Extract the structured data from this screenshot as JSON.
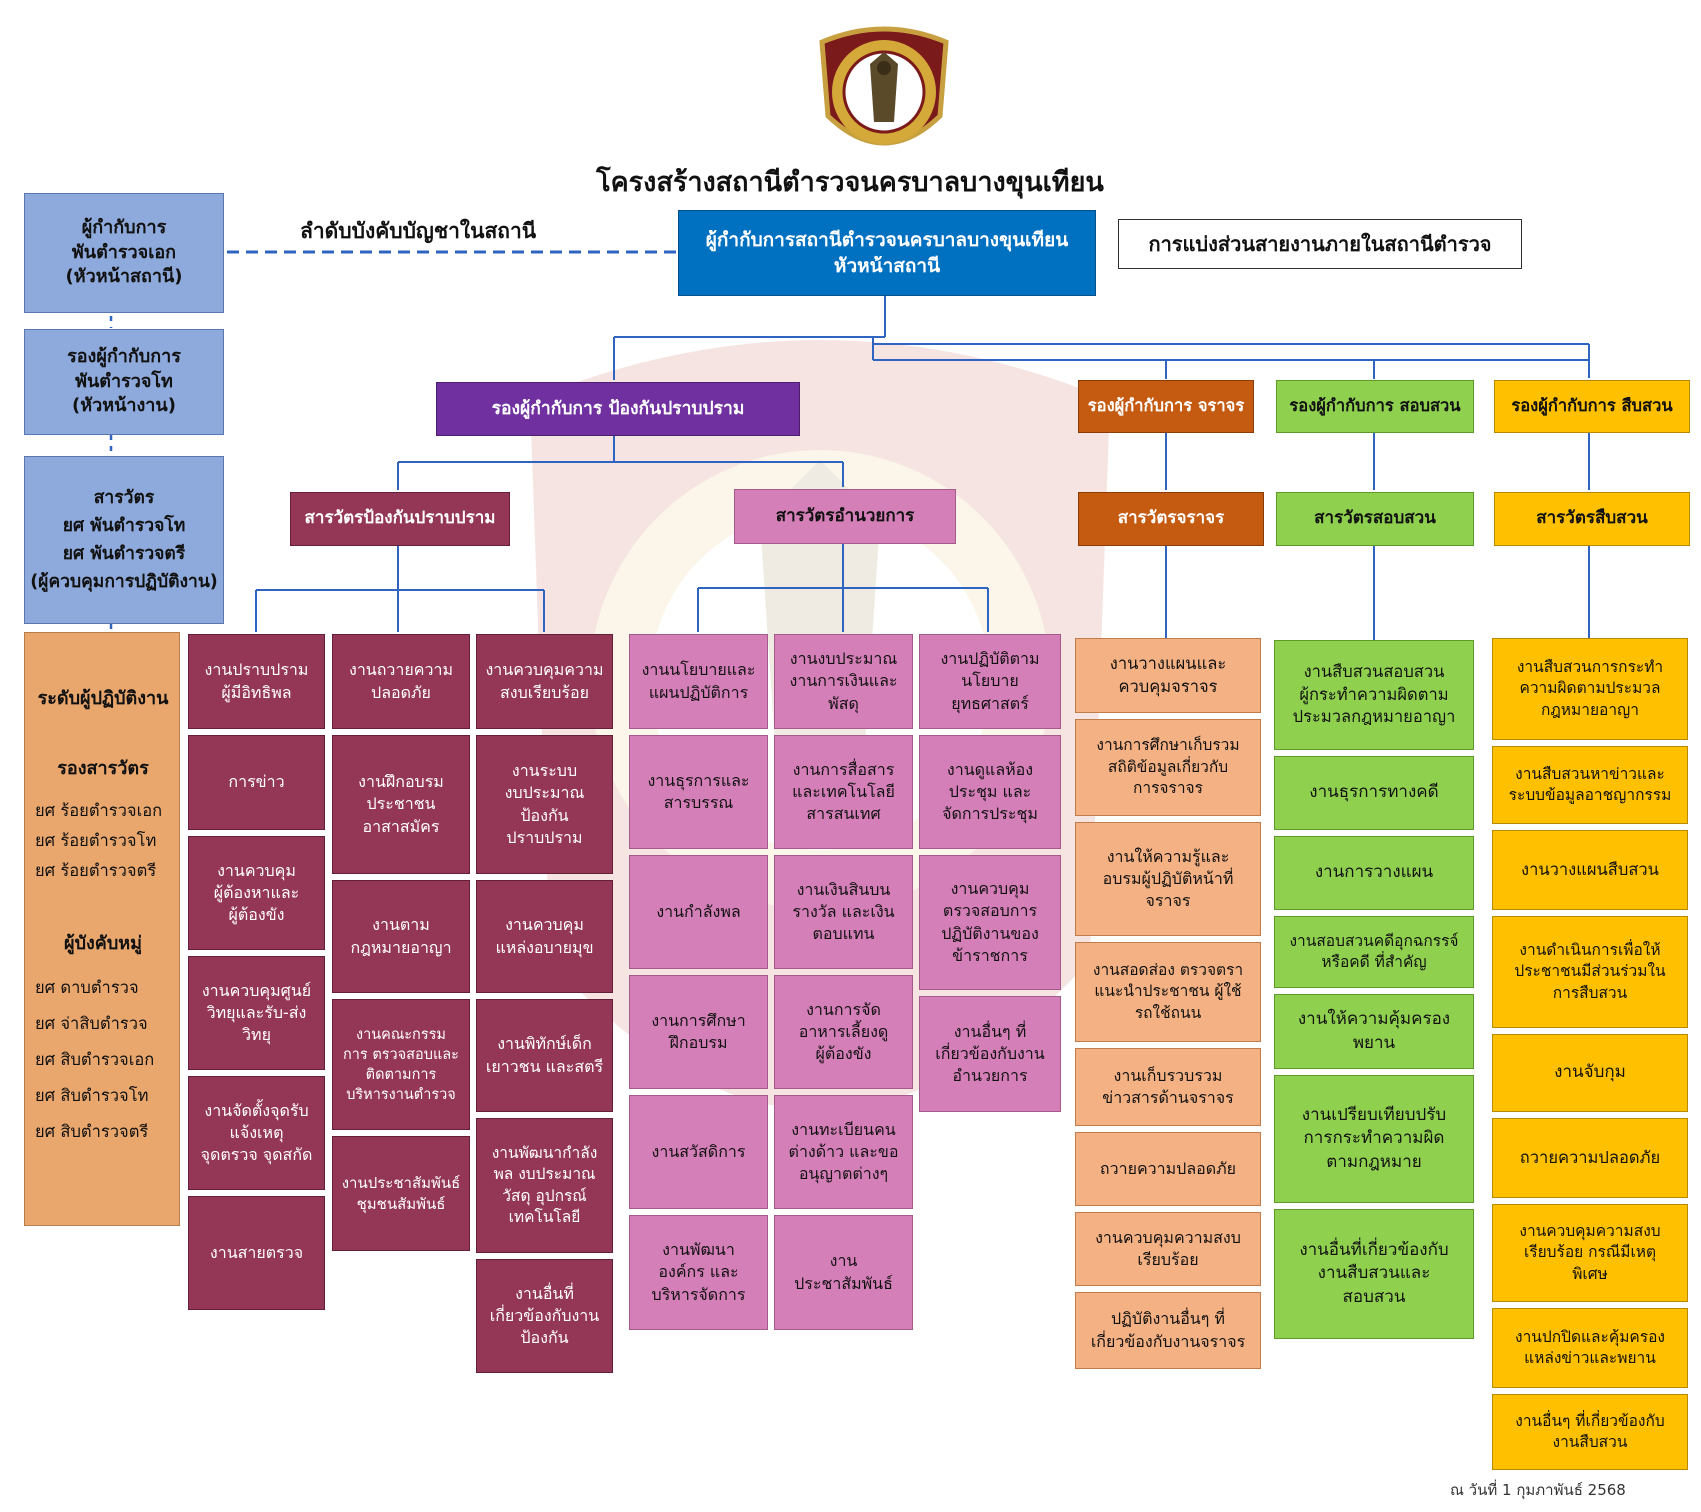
{
  "title": "โครงสร้างสถานีตำรวจนครบาลบางขุนเทียน",
  "command_label": "ลำดับบังคับบัญชาในสถานี",
  "division_label": "การแบ่งส่วนสายงานภายในสถานีตำรวจ",
  "date_text": "ณ วันที่ 1 กุมภาพันธ์ 2568",
  "colors": {
    "chief": "#0070C0",
    "rank_blue": "#8EA9DB",
    "prevention_head": "#7030A0",
    "prevention_inspector": "#943756",
    "admin_inspector": "#D57FB8",
    "traffic": "#C55A11",
    "traffic_task": "#F4B183",
    "investigation": "#8FD14F",
    "inquiry": "#FFC000",
    "line": "#2F65C0"
  },
  "icons": [
    "police-emblem-icon"
  ],
  "left_column": {
    "superintendent": "ผู้กำกับการ\nพันตำรวจเอก\n(หัวหน้าสถานี)",
    "deputy": "รองผู้กำกับการ\nพันตำรวจโท\n(หัวหน้างาน)",
    "inspector": "สารวัตร\nยศ พันตำรวจโท\nยศ พันตำรวจตรี\n(ผู้ควบคุมการปฏิบัติงาน)",
    "operator_title": "ระดับผู้ปฏิบัติงาน",
    "sub_inspector_title": "รองสารวัตร",
    "sub_inspector_ranks": [
      "ยศ ร้อยตำรวจเอก",
      "ยศ ร้อยตำรวจโท",
      "ยศ ร้อยตำรวจตรี"
    ],
    "squad_leader_title": "ผู้บังคับหมู่",
    "squad_leader_ranks": [
      "ยศ ดาบตำรวจ",
      "ยศ จ่าสิบตำรวจ",
      "ยศ สิบตำรวจเอก",
      "ยศ สิบตำรวจโท",
      "ยศ สิบตำรวจตรี"
    ]
  },
  "chief": "ผู้กำกับการสถานีตำรวจนครบาลบางขุนเทียน\nหัวหน้าสถานี",
  "deputies": {
    "prevention": "รองผู้กำกับการ ป้องกันปราบปราม",
    "traffic": "รองผู้กำกับการ จราจร",
    "investigation": "รองผู้กำกับการ สอบสวน",
    "inquiry": "รองผู้กำกับการ สืบสวน"
  },
  "inspectors": {
    "prevention": "สารวัตรป้องกันปราบปราม",
    "admin": "สารวัตรอำนวยการ",
    "traffic": "สารวัตรจราจร",
    "investigation": "สารวัตรสอบสวน",
    "inquiry": "สารวัตรสืบสวน"
  },
  "tasks": {
    "prev_col1": [
      "งานปราบปราม\nผู้มีอิทธิพล",
      "การข่าว",
      "งานควบคุม\nผู้ต้องหาและ\nผู้ต้องขัง",
      "งานควบคุมศูนย์\nวิทยุและรับ-ส่ง\nวิทยุ",
      "งานจัดตั้งจุดรับ\nแจ้งเหตุ\nจุดตรวจ จุดสกัด",
      "งานสายตรวจ"
    ],
    "prev_col2": [
      "งานถวายความ\nปลอดภัย",
      "งานฝึกอบรม\nประชาชน\nอาสาสมัคร",
      "งานตาม\nกฎหมายอาญา",
      "งานคณะกรรม\nการ ตรวจสอบและ\nติดตามการ\nบริหารงานตำรวจ",
      "งานประชาสัมพันธ์\nชุมชนสัมพันธ์"
    ],
    "prev_col3": [
      "งานควบคุมความ\nสงบเรียบร้อย",
      "งานระบบ\nงบประมาณ\nป้องกัน\nปราบปราม",
      "งานควบคุม\nแหล่งอบายมุข",
      "งานพิทักษ์เด็ก\nเยาวชน และสตรี",
      "งานพัฒนากำลัง\nพล งบประมาณ\nวัสดุ อุปกรณ์\nเทคโนโลยี",
      "งานอื่นที่\nเกี่ยวข้องกับงาน\nป้องกัน"
    ],
    "admin_col1": [
      "งานนโยบายและ\nแผนปฏิบัติการ",
      "งานธุรการและ\nสารบรรณ",
      "งานกำลังพล",
      "งานการศึกษา\nฝึกอบรม",
      "งานสวัสดิการ",
      "งานพัฒนา\nองค์กร และ\nบริหารจัดการ"
    ],
    "admin_col2": [
      "งานงบประมาณ\nงานการเงินและ\nพัสดุ",
      "งานการสื่อสาร\nและเทคโนโลยี\nสารสนเทศ",
      "งานเงินสินบน\nรางวัล และเงิน\nตอบแทน",
      "งานการจัด\nอาหารเลี้ยงดู\nผู้ต้องขัง",
      "งานทะเบียนคน\nต่างด้าว และขอ\nอนุญาตต่างๆ",
      "งาน\nประชาสัมพันธ์"
    ],
    "admin_col3": [
      "งานปฏิบัติตาม\nนโยบาย\nยุทธศาสตร์",
      "งานดูแลห้อง\nประชุม และ\nจัดการประชุม",
      "งานควบคุม\nตรวจสอบการ\nปฏิบัติงานของ\nข้าราชการ",
      "งานอื่นๆ ที่\nเกี่ยวข้องกับงาน\nอำนวยการ"
    ],
    "traffic": [
      "งานวางแผนและ\nควบคุมจราจร",
      "งานการศึกษาเก็บรวม\nสถิติข้อมูลเกี่ยวกับ\nการจราจร",
      "งานให้ความรู้และ\nอบรมผู้ปฏิบัติหน้าที่\nจราจร",
      "งานสอดส่อง ตรวจตรา\nแนะนำประชาชน ผู้ใช้\nรถใช้ถนน",
      "งานเก็บรวบรวม\nข่าวสารด้านจราจร",
      "ถวายความปลอดภัย",
      "งานควบคุมความสงบ\nเรียบร้อย",
      "ปฏิบัติงานอื่นๆ ที่\nเกี่ยวข้องกับงานจราจร"
    ],
    "investigation": [
      "งานสืบสวนสอบสวน\nผู้กระทำความผิดตาม\nประมวลกฎหมายอาญา",
      "งานธุรการทางคดี",
      "งานการวางแผน",
      "งานสอบสวนคดีอุกฉกรรจ์\nหรือคดี ที่สำคัญ",
      "งานให้ความคุ้มครอง\nพยาน",
      "งานเปรียบเทียบปรับ\nการกระทำความผิด\nตามกฎหมาย",
      "งานอื่นที่เกี่ยวข้องกับ\nงานสืบสวนและ\nสอบสวน"
    ],
    "inquiry": [
      "งานสืบสวนการกระทำ\nความผิดตามประมวล\nกฎหมายอาญา",
      "งานสืบสวนหาข่าวและ\nระบบข้อมูลอาชญากรรม",
      "งานวางแผนสืบสวน",
      "งานดำเนินการเพื่อให้\nประชาชนมีส่วนร่วมใน\nการสืบสวน",
      "งานจับกุม",
      "ถวายความปลอดภัย",
      "งานควบคุมความสงบ\nเรียบร้อย กรณีมีเหตุ\nพิเศษ",
      "งานปกปิดและคุ้มครอง\nแหล่งข่าวและพยาน",
      "งานอื่นๆ ที่เกี่ยวข้องกับ\nงานสืบสวน"
    ]
  }
}
